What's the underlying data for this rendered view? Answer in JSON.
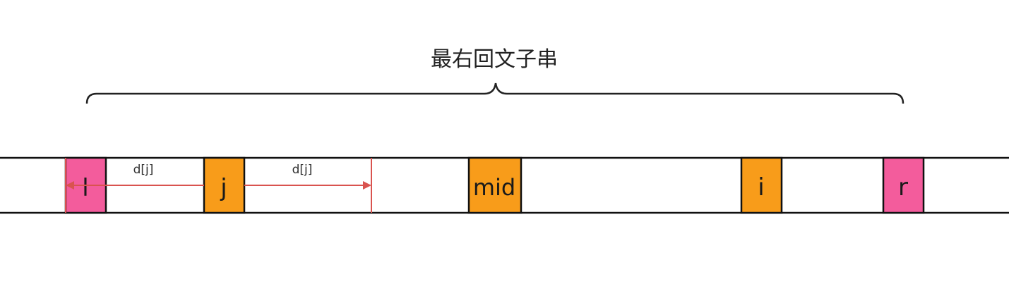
{
  "title": "最右回文子串",
  "labels": {
    "l": "l",
    "j": "j",
    "mid": "mid",
    "i": "i",
    "r": "r",
    "dist_left": "d[j]",
    "dist_right": "d[j]"
  },
  "colors": {
    "pink": "#f35c9c",
    "orange": "#f89c1a",
    "arrow": "#d9534f",
    "stroke": "#111111"
  }
}
